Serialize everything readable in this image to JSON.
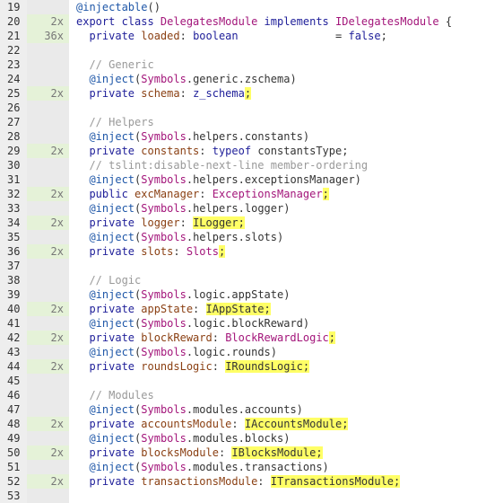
{
  "lines": [
    {
      "num": "19",
      "hits": "",
      "covered": false,
      "tokens": [
        {
          "t": "@injectable",
          "c": "dec"
        },
        {
          "t": "()",
          "c": "pun"
        }
      ]
    },
    {
      "num": "20",
      "hits": "2x",
      "covered": true,
      "tokens": [
        {
          "t": "export class ",
          "c": "kw"
        },
        {
          "t": "DelegatesModule",
          "c": "type"
        },
        {
          "t": " implements ",
          "c": "kw"
        },
        {
          "t": "IDelegatesModule",
          "c": "type"
        },
        {
          "t": " {",
          "c": "pun"
        }
      ]
    },
    {
      "num": "21",
      "hits": "36x",
      "covered": true,
      "tokens": [
        {
          "t": "  private ",
          "c": "kw"
        },
        {
          "t": "loaded",
          "c": "ident"
        },
        {
          "t": ": ",
          "c": "pun"
        },
        {
          "t": "boolean",
          "c": "kw"
        },
        {
          "t": "               = ",
          "c": "pun"
        },
        {
          "t": "false",
          "c": "kw"
        },
        {
          "t": ";",
          "c": "pun"
        }
      ]
    },
    {
      "num": "22",
      "hits": "",
      "covered": false,
      "tokens": []
    },
    {
      "num": "23",
      "hits": "",
      "covered": false,
      "tokens": [
        {
          "t": "  // Generic",
          "c": "cmt"
        }
      ]
    },
    {
      "num": "24",
      "hits": "",
      "covered": false,
      "tokens": [
        {
          "t": "  @inject",
          "c": "dec"
        },
        {
          "t": "(",
          "c": "pun"
        },
        {
          "t": "Symbols",
          "c": "type"
        },
        {
          "t": ".generic.zschema)",
          "c": "pun"
        }
      ]
    },
    {
      "num": "25",
      "hits": "2x",
      "covered": true,
      "tokens": [
        {
          "t": "  private ",
          "c": "kw"
        },
        {
          "t": "schema",
          "c": "ident"
        },
        {
          "t": ": ",
          "c": "pun"
        },
        {
          "t": "z_schema",
          "c": "kw"
        },
        {
          "t": ";",
          "c": "hl"
        }
      ]
    },
    {
      "num": "26",
      "hits": "",
      "covered": false,
      "tokens": []
    },
    {
      "num": "27",
      "hits": "",
      "covered": false,
      "tokens": [
        {
          "t": "  // Helpers",
          "c": "cmt"
        }
      ]
    },
    {
      "num": "28",
      "hits": "",
      "covered": false,
      "tokens": [
        {
          "t": "  @inject",
          "c": "dec"
        },
        {
          "t": "(",
          "c": "pun"
        },
        {
          "t": "Symbols",
          "c": "type"
        },
        {
          "t": ".helpers.constants)",
          "c": "pun"
        }
      ]
    },
    {
      "num": "29",
      "hits": "2x",
      "covered": true,
      "tokens": [
        {
          "t": "  private ",
          "c": "kw"
        },
        {
          "t": "constants",
          "c": "ident"
        },
        {
          "t": ": ",
          "c": "pun"
        },
        {
          "t": "typeof ",
          "c": "kw"
        },
        {
          "t": "constantsType;",
          "c": "pun"
        }
      ]
    },
    {
      "num": "30",
      "hits": "",
      "covered": false,
      "tokens": [
        {
          "t": "  // tslint:disable-next-line member-ordering",
          "c": "cmt"
        }
      ]
    },
    {
      "num": "31",
      "hits": "",
      "covered": false,
      "tokens": [
        {
          "t": "  @inject",
          "c": "dec"
        },
        {
          "t": "(",
          "c": "pun"
        },
        {
          "t": "Symbols",
          "c": "type"
        },
        {
          "t": ".helpers.exceptionsManager)",
          "c": "pun"
        }
      ]
    },
    {
      "num": "32",
      "hits": "2x",
      "covered": true,
      "tokens": [
        {
          "t": "  public ",
          "c": "kw"
        },
        {
          "t": "excManager",
          "c": "ident"
        },
        {
          "t": ": ",
          "c": "pun"
        },
        {
          "t": "ExceptionsManager",
          "c": "type"
        },
        {
          "t": ";",
          "c": "hl"
        }
      ]
    },
    {
      "num": "33",
      "hits": "",
      "covered": false,
      "tokens": [
        {
          "t": "  @inject",
          "c": "dec"
        },
        {
          "t": "(",
          "c": "pun"
        },
        {
          "t": "Symbols",
          "c": "type"
        },
        {
          "t": ".helpers.logger)",
          "c": "pun"
        }
      ]
    },
    {
      "num": "34",
      "hits": "2x",
      "covered": true,
      "tokens": [
        {
          "t": "  private ",
          "c": "kw"
        },
        {
          "t": "logger",
          "c": "ident"
        },
        {
          "t": ": ",
          "c": "pun"
        },
        {
          "t": "ILogger;",
          "c": "hl"
        }
      ]
    },
    {
      "num": "35",
      "hits": "",
      "covered": false,
      "tokens": [
        {
          "t": "  @inject",
          "c": "dec"
        },
        {
          "t": "(",
          "c": "pun"
        },
        {
          "t": "Symbols",
          "c": "type"
        },
        {
          "t": ".helpers.slots)",
          "c": "pun"
        }
      ]
    },
    {
      "num": "36",
      "hits": "2x",
      "covered": true,
      "tokens": [
        {
          "t": "  private ",
          "c": "kw"
        },
        {
          "t": "slots",
          "c": "ident"
        },
        {
          "t": ": ",
          "c": "pun"
        },
        {
          "t": "Slots",
          "c": "type"
        },
        {
          "t": ";",
          "c": "hl"
        }
      ]
    },
    {
      "num": "37",
      "hits": "",
      "covered": false,
      "tokens": []
    },
    {
      "num": "38",
      "hits": "",
      "covered": false,
      "tokens": [
        {
          "t": "  // Logic",
          "c": "cmt"
        }
      ]
    },
    {
      "num": "39",
      "hits": "",
      "covered": false,
      "tokens": [
        {
          "t": "  @inject",
          "c": "dec"
        },
        {
          "t": "(",
          "c": "pun"
        },
        {
          "t": "Symbols",
          "c": "type"
        },
        {
          "t": ".logic.appState)",
          "c": "pun"
        }
      ]
    },
    {
      "num": "40",
      "hits": "2x",
      "covered": true,
      "tokens": [
        {
          "t": "  private ",
          "c": "kw"
        },
        {
          "t": "appState",
          "c": "ident"
        },
        {
          "t": ": ",
          "c": "pun"
        },
        {
          "t": "IAppState;",
          "c": "hl"
        }
      ]
    },
    {
      "num": "41",
      "hits": "",
      "covered": false,
      "tokens": [
        {
          "t": "  @inject",
          "c": "dec"
        },
        {
          "t": "(",
          "c": "pun"
        },
        {
          "t": "Symbols",
          "c": "type"
        },
        {
          "t": ".logic.blockReward)",
          "c": "pun"
        }
      ]
    },
    {
      "num": "42",
      "hits": "2x",
      "covered": true,
      "tokens": [
        {
          "t": "  private ",
          "c": "kw"
        },
        {
          "t": "blockReward",
          "c": "ident"
        },
        {
          "t": ": ",
          "c": "pun"
        },
        {
          "t": "BlockRewardLogic",
          "c": "type"
        },
        {
          "t": ";",
          "c": "hl"
        }
      ]
    },
    {
      "num": "43",
      "hits": "",
      "covered": false,
      "tokens": [
        {
          "t": "  @inject",
          "c": "dec"
        },
        {
          "t": "(",
          "c": "pun"
        },
        {
          "t": "Symbols",
          "c": "type"
        },
        {
          "t": ".logic.rounds)",
          "c": "pun"
        }
      ]
    },
    {
      "num": "44",
      "hits": "2x",
      "covered": true,
      "tokens": [
        {
          "t": "  private ",
          "c": "kw"
        },
        {
          "t": "roundsLogic",
          "c": "ident"
        },
        {
          "t": ": ",
          "c": "pun"
        },
        {
          "t": "IRoundsLogic;",
          "c": "hl"
        }
      ]
    },
    {
      "num": "45",
      "hits": "",
      "covered": false,
      "tokens": []
    },
    {
      "num": "46",
      "hits": "",
      "covered": false,
      "tokens": [
        {
          "t": "  // Modules",
          "c": "cmt"
        }
      ]
    },
    {
      "num": "47",
      "hits": "",
      "covered": false,
      "tokens": [
        {
          "t": "  @inject",
          "c": "dec"
        },
        {
          "t": "(",
          "c": "pun"
        },
        {
          "t": "Symbols",
          "c": "type"
        },
        {
          "t": ".modules.accounts)",
          "c": "pun"
        }
      ]
    },
    {
      "num": "48",
      "hits": "2x",
      "covered": true,
      "tokens": [
        {
          "t": "  private ",
          "c": "kw"
        },
        {
          "t": "accountsModule",
          "c": "ident"
        },
        {
          "t": ": ",
          "c": "pun"
        },
        {
          "t": "IAccountsModule;",
          "c": "hl"
        }
      ]
    },
    {
      "num": "49",
      "hits": "",
      "covered": false,
      "tokens": [
        {
          "t": "  @inject",
          "c": "dec"
        },
        {
          "t": "(",
          "c": "pun"
        },
        {
          "t": "Symbols",
          "c": "type"
        },
        {
          "t": ".modules.blocks)",
          "c": "pun"
        }
      ]
    },
    {
      "num": "50",
      "hits": "2x",
      "covered": true,
      "tokens": [
        {
          "t": "  private ",
          "c": "kw"
        },
        {
          "t": "blocksModule",
          "c": "ident"
        },
        {
          "t": ": ",
          "c": "pun"
        },
        {
          "t": "IBlocksModule;",
          "c": "hl"
        }
      ]
    },
    {
      "num": "51",
      "hits": "",
      "covered": false,
      "tokens": [
        {
          "t": "  @inject",
          "c": "dec"
        },
        {
          "t": "(",
          "c": "pun"
        },
        {
          "t": "Symbols",
          "c": "type"
        },
        {
          "t": ".modules.transactions)",
          "c": "pun"
        }
      ]
    },
    {
      "num": "52",
      "hits": "2x",
      "covered": true,
      "tokens": [
        {
          "t": "  private ",
          "c": "kw"
        },
        {
          "t": "transactionsModule",
          "c": "ident"
        },
        {
          "t": ": ",
          "c": "pun"
        },
        {
          "t": "ITransactionsModule;",
          "c": "hl"
        }
      ]
    },
    {
      "num": "53",
      "hits": "",
      "covered": false,
      "tokens": []
    }
  ]
}
